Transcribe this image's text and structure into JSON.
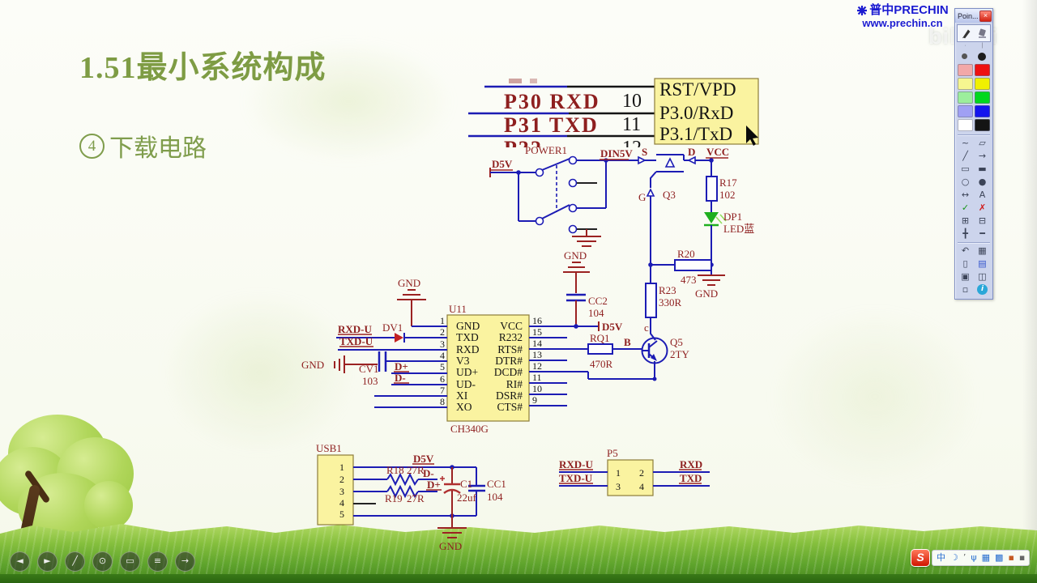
{
  "slide": {
    "title": "1.51最小系统构成",
    "subtitle_num": "4",
    "subtitle": "下载电路"
  },
  "brand": {
    "line1": "普中PRECHIN",
    "line2": "www.prechin.cn"
  },
  "watermark": {
    "text": "bilibili"
  },
  "schematic": {
    "mcu": {
      "rows": [
        {
          "net": "P30  RXD",
          "pin": "10"
        },
        {
          "net": "P31  TXD",
          "pin": "11"
        },
        {
          "net": "P32",
          "pin": "12"
        }
      ],
      "ports": [
        "RST/VPD",
        "P3.0/RxD",
        "P3.1/TxD"
      ]
    },
    "nets": {
      "d5v": "D5V",
      "din5v": "DIN5V",
      "vcc": "VCC",
      "gnd": "GND",
      "rxd_u": "RXD-U",
      "txd_u": "TXD-U",
      "rxd": "RXD",
      "txd": "TXD",
      "d_plus": "D+",
      "d_minus": "D-"
    },
    "parts": {
      "power_switch": {
        "ref": "POWER1"
      },
      "q3": {
        "ref": "Q3",
        "pin_s": "S",
        "pin_g": "G",
        "pin_d": "D"
      },
      "r17": {
        "ref": "R17",
        "value": "102"
      },
      "dp1": {
        "ref": "DP1",
        "value": "LED蓝"
      },
      "r20": {
        "ref": "R20",
        "value": "473"
      },
      "r23": {
        "ref": "R23",
        "value": "330R"
      },
      "cc2": {
        "ref": "CC2",
        "value": "104"
      },
      "u11": {
        "ref": "U11",
        "name": "CH340G",
        "left_pins": [
          "GND",
          "TXD",
          "RXD",
          "V3",
          "UD+",
          "UD-",
          "XI",
          "XO"
        ],
        "right_pins": [
          "VCC",
          "R232",
          "RTS#",
          "DTR#",
          "DCD#",
          "RI#",
          "DSR#",
          "CTS#"
        ],
        "left_nums": [
          "1",
          "2",
          "3",
          "4",
          "5",
          "6",
          "7",
          "8"
        ],
        "right_nums": [
          "16",
          "15",
          "14",
          "13",
          "12",
          "11",
          "10",
          "9"
        ]
      },
      "dv1": {
        "ref": "DV1"
      },
      "cv1": {
        "ref": "CV1",
        "value": "103"
      },
      "rq1": {
        "ref": "RQ1",
        "value": "470R"
      },
      "q5": {
        "ref": "Q5",
        "value": "2TY",
        "pin_b": "B",
        "pin_c": "c"
      },
      "usb1": {
        "ref": "USB1",
        "pins": [
          "1",
          "2",
          "3",
          "4",
          "5"
        ]
      },
      "r18": {
        "ref": "R18",
        "value": "27R"
      },
      "r19": {
        "ref": "R19",
        "value": "27R"
      },
      "c1": {
        "ref": "C1",
        "value": "22uf"
      },
      "cc1": {
        "ref": "CC1",
        "value": "104"
      },
      "p5": {
        "ref": "P5",
        "pins": [
          "1",
          "2",
          "3",
          "4"
        ]
      }
    },
    "colors": {
      "wire": "#1c1cb4",
      "net_label": "#8e1f1f",
      "component_fill": "#faf3a0",
      "led": "#1faf1f"
    }
  },
  "annot_toolbar": {
    "title": "Poin...",
    "close_glyph": "×",
    "palette": [
      "#f2a8a8",
      "#ee1111",
      "#f6f690",
      "#f0f000",
      "#9cee9c",
      "#00d81e",
      "#a0a0f4",
      "#1414ee",
      "#ffffff",
      "#141414"
    ],
    "tools": [
      {
        "name": "curve",
        "glyph": "~"
      },
      {
        "name": "eraser",
        "glyph": "▱"
      },
      {
        "name": "line",
        "glyph": "╱"
      },
      {
        "name": "arrow",
        "glyph": "→"
      },
      {
        "name": "rectangle",
        "glyph": "▭"
      },
      {
        "name": "filled-rectangle",
        "glyph": "▬"
      },
      {
        "name": "ellipse",
        "glyph": "○"
      },
      {
        "name": "filled-ellipse",
        "glyph": "●"
      },
      {
        "name": "double-arrow",
        "glyph": "↔"
      },
      {
        "name": "text",
        "glyph": "A"
      },
      {
        "name": "check",
        "glyph": "✓"
      },
      {
        "name": "cross",
        "glyph": "✗"
      },
      {
        "name": "zoom-window",
        "glyph": "⊞"
      },
      {
        "name": "zoom-out",
        "glyph": "⊟"
      },
      {
        "name": "move",
        "glyph": "╋"
      },
      {
        "name": "minus",
        "glyph": "━"
      },
      {
        "name": "undo",
        "glyph": "↶"
      },
      {
        "name": "trash",
        "glyph": "▦"
      },
      {
        "name": "new-page",
        "glyph": "▯"
      },
      {
        "name": "pages",
        "glyph": "▤"
      },
      {
        "name": "print",
        "glyph": "▣"
      },
      {
        "name": "save",
        "glyph": "◫"
      },
      {
        "name": "whiteboard",
        "glyph": "▫"
      },
      {
        "name": "info",
        "glyph": "i"
      }
    ]
  },
  "player": {
    "buttons": [
      {
        "name": "back",
        "glyph": "◄"
      },
      {
        "name": "play",
        "glyph": "►"
      },
      {
        "name": "pen",
        "glyph": "╱"
      },
      {
        "name": "zoom",
        "glyph": "⊙"
      },
      {
        "name": "screen",
        "glyph": "▭"
      },
      {
        "name": "menu",
        "glyph": "≡"
      },
      {
        "name": "next",
        "glyph": "→"
      }
    ]
  },
  "ime_bar": {
    "logo": "S",
    "items": [
      {
        "name": "lang",
        "glyph": "中"
      },
      {
        "name": "moon",
        "glyph": "☽"
      },
      {
        "name": "apostrophe",
        "glyph": "’"
      },
      {
        "name": "mic",
        "glyph": "ψ"
      },
      {
        "name": "keyboard",
        "glyph": "▦"
      },
      {
        "name": "toolbox",
        "glyph": "▩"
      },
      {
        "name": "skin",
        "glyph": "▪"
      },
      {
        "name": "grid",
        "glyph": "▪"
      }
    ]
  }
}
